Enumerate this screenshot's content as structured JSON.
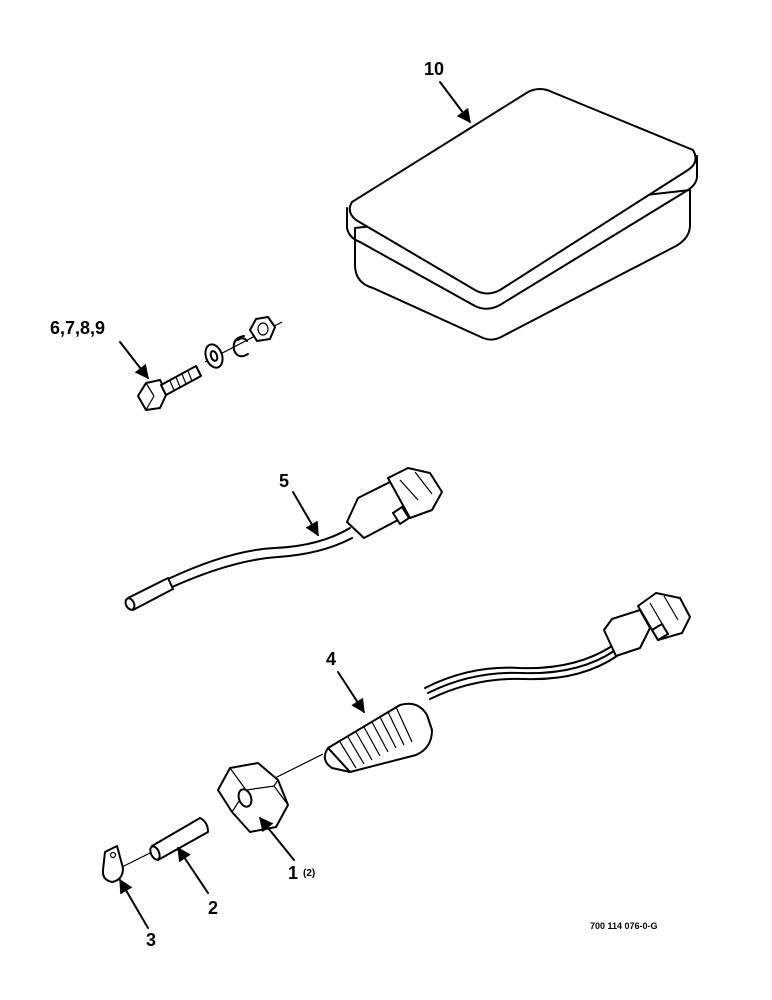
{
  "callouts": {
    "box": "10",
    "hardware": "6,7,8,9",
    "sensor_cable": "5",
    "sensor": "4",
    "nut": "1",
    "nut_qty": "(2)",
    "sleeve": "2",
    "clip": "3"
  },
  "drawing_number": "700 114 076-0-G"
}
